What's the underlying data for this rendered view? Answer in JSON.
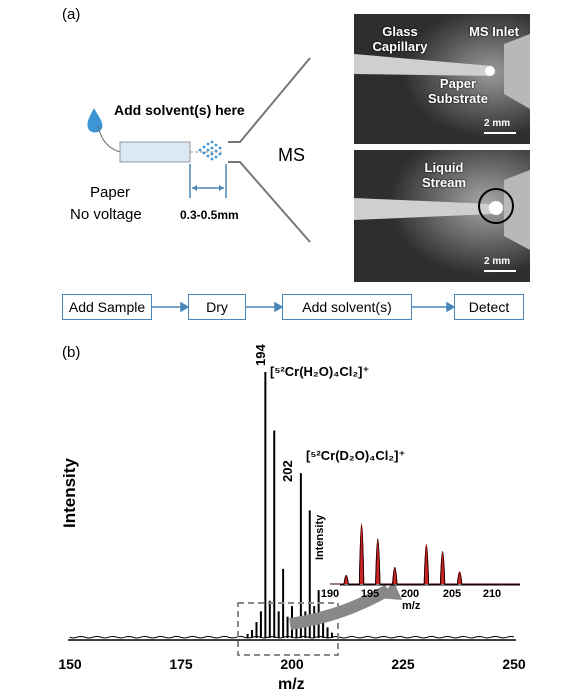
{
  "panel_a": {
    "label": "(a)",
    "add_solvent": "Add solvent(s) here",
    "paper_label": "Paper",
    "no_voltage": "No voltage",
    "distance": "0.3-0.5mm",
    "ms_label": "MS",
    "photo_top": {
      "glass_capillary": "Glass Capillary",
      "ms_inlet": "MS Inlet",
      "paper_substrate": "Paper Substrate",
      "scale": "2 mm"
    },
    "photo_bottom": {
      "liquid_stream": "Liquid Stream",
      "scale": "2 mm"
    },
    "flow": [
      "Add Sample",
      "Dry",
      "Add solvent(s)",
      "Detect"
    ]
  },
  "panel_b": {
    "label": "(b)",
    "peak_194": "194",
    "peak_202": "202",
    "species_h2o": "[⁵²Cr(H₂O)₄Cl₂]⁺",
    "species_d2o": "[⁵²Cr(D₂O)₄Cl₂]⁺"
  },
  "chart_data": [
    {
      "type": "line",
      "xlabel": "m/z",
      "ylabel": "Intensity",
      "xlim": [
        150,
        250
      ],
      "ylim": [
        0,
        100
      ],
      "xticks": [
        150,
        175,
        200,
        225,
        250
      ],
      "peaks": [
        {
          "x": 190.0,
          "y": 1.5
        },
        {
          "x": 191.0,
          "y": 3
        },
        {
          "x": 192.0,
          "y": 6
        },
        {
          "x": 193.0,
          "y": 10
        },
        {
          "x": 194.0,
          "y": 100
        },
        {
          "x": 195.0,
          "y": 14
        },
        {
          "x": 196.0,
          "y": 78
        },
        {
          "x": 197.0,
          "y": 10
        },
        {
          "x": 198.0,
          "y": 26
        },
        {
          "x": 199.0,
          "y": 8
        },
        {
          "x": 200.0,
          "y": 12
        },
        {
          "x": 201.0,
          "y": 6
        },
        {
          "x": 202.0,
          "y": 62
        },
        {
          "x": 203.0,
          "y": 10
        },
        {
          "x": 204.0,
          "y": 48
        },
        {
          "x": 205.0,
          "y": 12
        },
        {
          "x": 206.0,
          "y": 18
        },
        {
          "x": 207.0,
          "y": 6
        },
        {
          "x": 208.0,
          "y": 4
        },
        {
          "x": 209.0,
          "y": 2
        }
      ]
    },
    {
      "type": "line",
      "ylabel": "Intensity",
      "xlabel": "m/z",
      "xlim": [
        190,
        210
      ],
      "xticks": [
        190,
        195,
        200,
        205,
        210
      ],
      "series": [
        {
          "color": "#c00000",
          "values": [
            [
              193.9,
              100
            ],
            [
              195.9,
              72
            ],
            [
              201.9,
              64
            ],
            [
              203.9,
              50
            ],
            [
              192.0,
              8
            ],
            [
              198.0,
              22
            ],
            [
              206.0,
              16
            ]
          ]
        },
        {
          "color": "#000000",
          "values": [
            [
              193.9,
              96
            ],
            [
              195.9,
              74
            ],
            [
              201.9,
              60
            ],
            [
              203.9,
              52
            ],
            [
              192.0,
              10
            ],
            [
              198.0,
              24
            ],
            [
              206.0,
              14
            ]
          ]
        }
      ]
    }
  ]
}
